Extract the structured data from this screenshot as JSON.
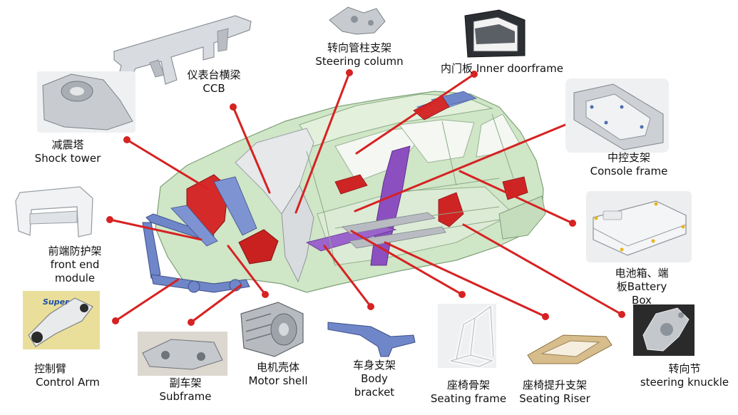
{
  "labels": {
    "ccb": {
      "zh": "仪表台横梁",
      "en": "CCB"
    },
    "steering_column": {
      "zh": "转向管柱支架",
      "en": "Steering column"
    },
    "inner_doorframe": {
      "text": "内门板 Inner doorframe"
    },
    "shock_tower": {
      "zh": "减震塔",
      "en": "Shock tower"
    },
    "console_frame": {
      "zh": "中控支架",
      "en": "Console frame"
    },
    "front_end_module": {
      "zh": "前端防护架",
      "en1": "front end",
      "en2": "module"
    },
    "battery_box": {
      "zh": "电池箱、端",
      "en1": "板Battery",
      "en2": "Box"
    },
    "control_arm": {
      "zh": "控制臂",
      "en": "Control Arm"
    },
    "subframe": {
      "zh": "副车架",
      "en": "Subframe"
    },
    "motor_shell": {
      "zh": "电机壳体",
      "en": "Motor shell"
    },
    "body_bracket": {
      "zh": "车身支架",
      "en1": "Body",
      "en2": "bracket"
    },
    "seating_frame": {
      "zh": "座椅骨架",
      "en": "Seating frame"
    },
    "seating_riser": {
      "zh": "座椅提升支架",
      "en": "Seating Riser"
    },
    "steering_knuckle": {
      "zh": "转向节",
      "en": "steering knuckle"
    }
  },
  "photo_text": {
    "control_arm_sticker": "Super"
  },
  "colors": {
    "leader": "#d62222",
    "body_green": "#cfe6c7",
    "pillar_purple": "#8c4fc0",
    "front_red": "#d42a2a",
    "rail_blue": "#6f86c9",
    "metal": "#c9ccd1"
  }
}
